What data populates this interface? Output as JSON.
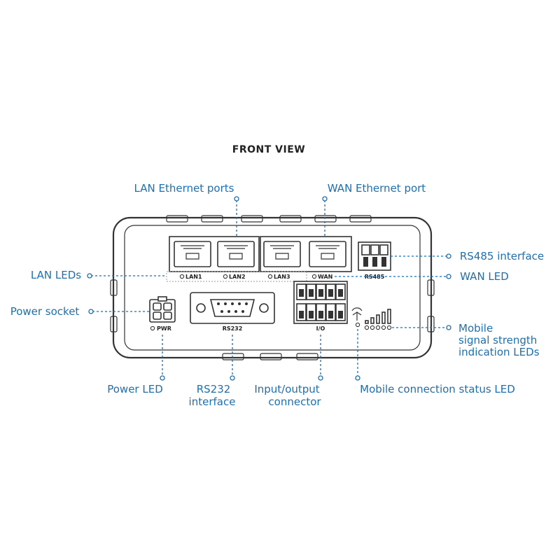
{
  "title": "FRONT VIEW",
  "labels": {
    "lan_ethernet_ports": "LAN Ethernet ports",
    "wan_ethernet_port": "WAN Ethernet port",
    "lan_leds": "LAN LEDs",
    "power_socket": "Power socket",
    "rs485_interface": "RS485 interface",
    "wan_led": "WAN LED",
    "mobile_signal_line1": "Mobile",
    "mobile_signal_line2": "signal strength",
    "mobile_signal_line3": "indication LEDs",
    "power_led": "Power LED",
    "rs232_line1": "RS232",
    "rs232_line2": "interface",
    "io_line1": "Input/output",
    "io_line2": "connector",
    "mobile_connection_status_led": "Mobile connection status LED"
  },
  "device_markings": {
    "lan1": "LAN1",
    "lan2": "LAN2",
    "lan3": "LAN3",
    "wan": "WAN",
    "rs485": "RS485",
    "pwr": "PWR",
    "rs232": "RS232",
    "io": "I/O"
  },
  "colors": {
    "callout": "#1f6fae",
    "outline": "#333333"
  }
}
